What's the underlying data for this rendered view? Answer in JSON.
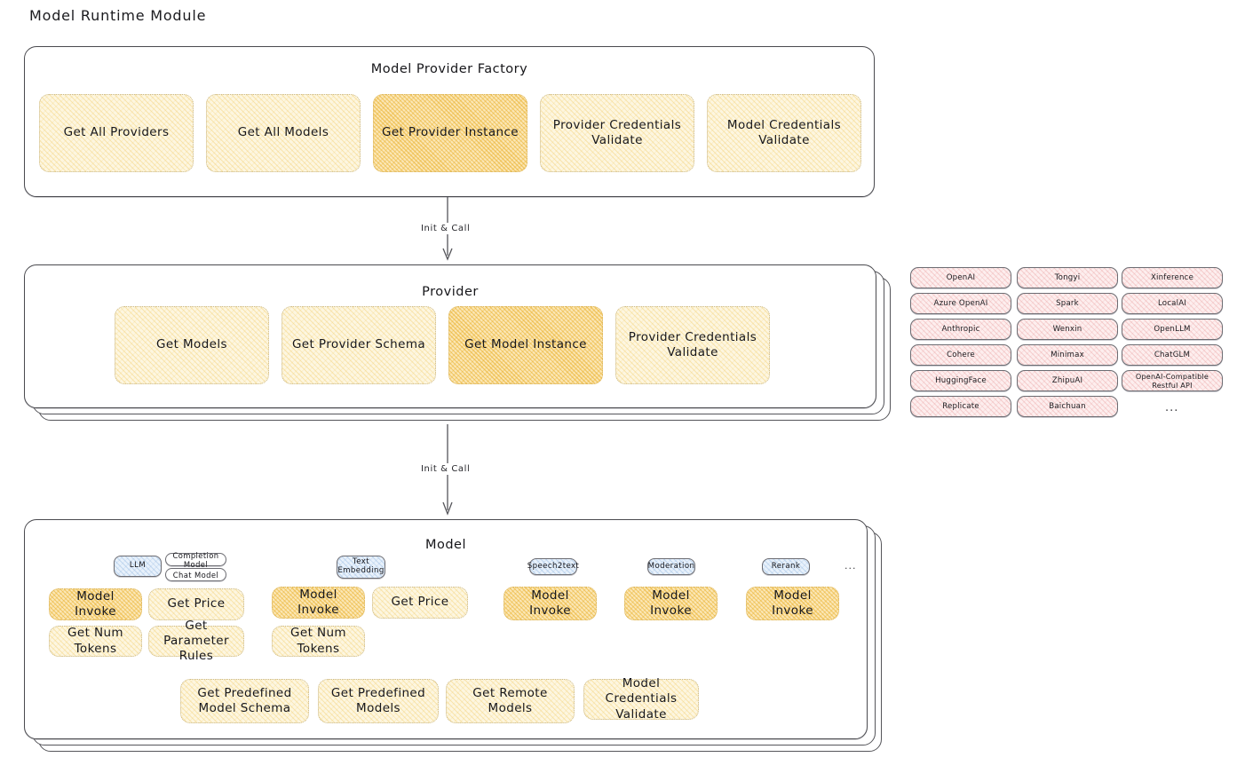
{
  "page": {
    "title": "Model Runtime Module"
  },
  "factory": {
    "title": "Model Provider Factory",
    "items": [
      {
        "label": "Get All Providers",
        "highlight": false
      },
      {
        "label": "Get All Models",
        "highlight": false
      },
      {
        "label": "Get Provider Instance",
        "highlight": true
      },
      {
        "label": "Provider Credentials Validate",
        "highlight": false
      },
      {
        "label": "Model Credentials Validate",
        "highlight": false
      }
    ]
  },
  "arrows": [
    {
      "label": "Init & Call"
    },
    {
      "label": "Init & Call"
    }
  ],
  "provider": {
    "title": "Provider",
    "items": [
      {
        "label": "Get Models",
        "highlight": false
      },
      {
        "label": "Get Provider Schema",
        "highlight": false
      },
      {
        "label": "Get Model Instance",
        "highlight": true
      },
      {
        "label": "Provider Credentials Validate",
        "highlight": false
      }
    ]
  },
  "provider_list": {
    "columns": [
      {
        "items": [
          "OpenAI",
          "Azure OpenAI",
          "Anthropic",
          "Cohere",
          "HuggingFace",
          "Replicate"
        ]
      },
      {
        "items": [
          "Tongyi",
          "Spark",
          "Wenxin",
          "Minimax",
          "ZhipuAI",
          "Baichuan"
        ]
      },
      {
        "items": [
          "Xinference",
          "LocalAI",
          "OpenLLM",
          "ChatGLM",
          "OpenAI-Compatible Restful API"
        ]
      }
    ],
    "more": "..."
  },
  "model": {
    "title": "Model",
    "more": "...",
    "types": [
      {
        "name": "LLM",
        "style": "blue",
        "sub": [
          "Completion Model",
          "Chat Model"
        ],
        "ops": [
          "Model Invoke",
          "Get Price",
          "Get Num Tokens",
          "Get Parameter Rules"
        ]
      },
      {
        "name": "Text Embedding",
        "style": "blue",
        "sub": [],
        "ops": [
          "Model Invoke",
          "Get Price",
          "Get Num Tokens"
        ]
      },
      {
        "name": "Speech2text",
        "style": "blue",
        "sub": [],
        "ops": [
          "Model Invoke"
        ]
      },
      {
        "name": "Moderation",
        "style": "blue",
        "sub": [],
        "ops": [
          "Model Invoke"
        ]
      },
      {
        "name": "Rerank",
        "style": "blue",
        "sub": [],
        "ops": [
          "Model Invoke"
        ]
      }
    ],
    "common_ops": [
      "Get Predefined Model Schema",
      "Get Predefined Models",
      "Get Remote Models",
      "Model Credentials Validate"
    ]
  },
  "colors": {
    "amber_fill": "#fdf6e0",
    "amber_highlight": "#fbe7b6",
    "pink_fill": "#fdeeee",
    "blue_fill": "#e8f1fb",
    "stroke": "#4a4a4f"
  }
}
